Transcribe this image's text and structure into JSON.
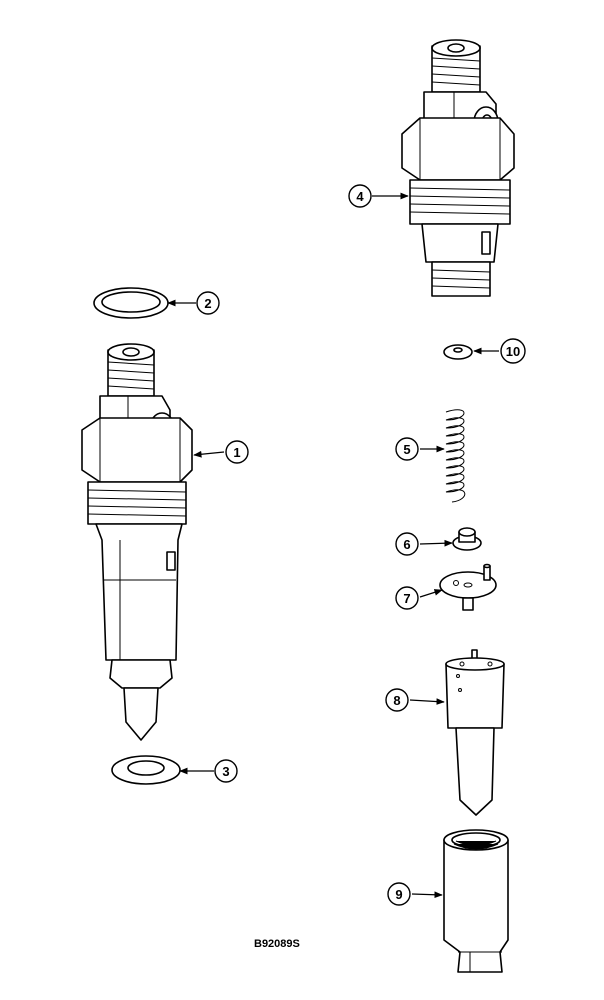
{
  "callouts": {
    "c1": "1",
    "c2": "2",
    "c3": "3",
    "c4": "4",
    "c5": "5",
    "c6": "6",
    "c7": "7",
    "c8": "8",
    "c9": "9",
    "c10": "10"
  },
  "figure_ref": "B92089S"
}
